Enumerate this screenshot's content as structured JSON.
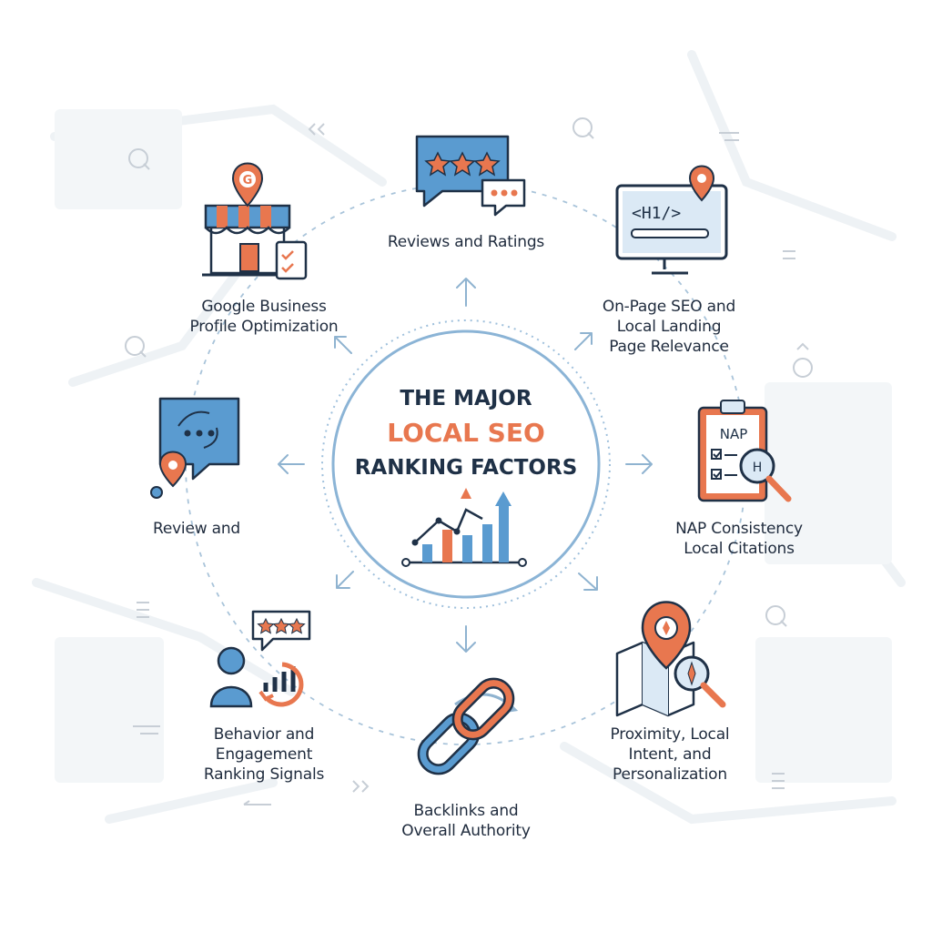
{
  "title": {
    "line1": "THE MAJOR",
    "line2": "LOCAL SEO",
    "line3": "RANKING FACTORS"
  },
  "factors": [
    {
      "id": "reviews",
      "lines": [
        "Reviews and Ratings"
      ],
      "icon": "speech-bubble-stars-icon"
    },
    {
      "id": "onpage",
      "lines": [
        "On-Page SEO and",
        "Local Landing",
        "Page Relevance"
      ],
      "icon": "monitor-h1-icon",
      "screen_text": "<H1/>"
    },
    {
      "id": "nap",
      "lines": [
        "NAP Consistency",
        "Local Citations"
      ],
      "icon": "clipboard-checklist-icon",
      "clipboard_text": "NAP",
      "magnifier_text": "H"
    },
    {
      "id": "proximity",
      "lines": [
        "Proximity, Local",
        "Intent, and",
        "Personalization"
      ],
      "icon": "map-compass-icon"
    },
    {
      "id": "backlinks",
      "lines": [
        "Backlinks and",
        "Overall Authority"
      ],
      "icon": "chain-link-icon"
    },
    {
      "id": "behavior",
      "lines": [
        "Behavior and",
        "Engagement",
        "Ranking Signals"
      ],
      "icon": "user-engagement-icon"
    },
    {
      "id": "review-left",
      "lines": [
        "Review and"
      ],
      "icon": "chat-bubble-pin-icon"
    },
    {
      "id": "gbp",
      "lines": [
        "Google Business",
        "Profile Optimization"
      ],
      "icon": "storefront-pin-icon",
      "pin_letter": "G"
    }
  ],
  "colors": {
    "navy": "#1f3147",
    "blue": "#5a9bd0",
    "light_blue": "#a9c9e4",
    "orange": "#e8774f",
    "ring": "#8bb4d6",
    "text": "#1f2b3d"
  }
}
